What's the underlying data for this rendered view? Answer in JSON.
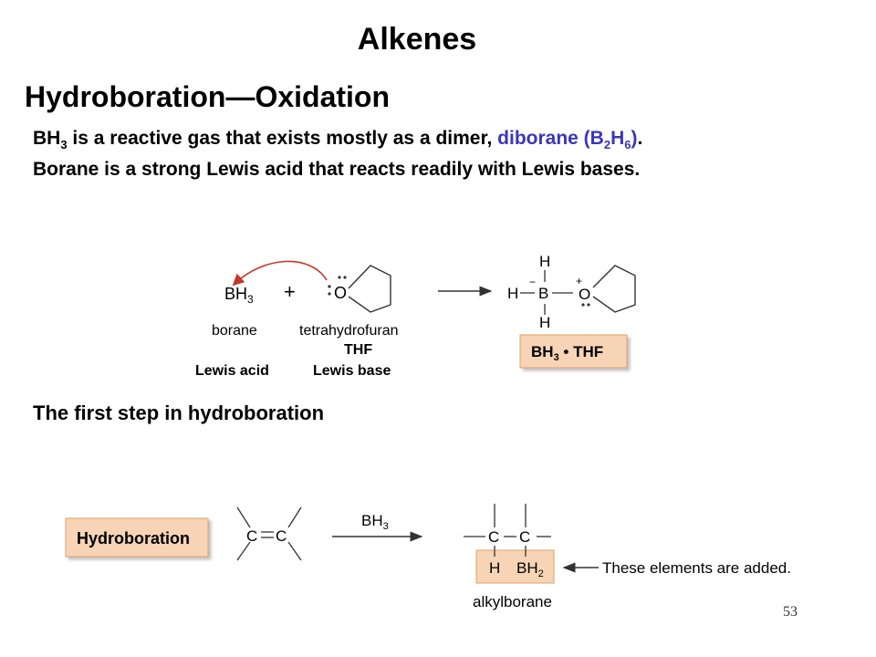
{
  "slide": {
    "title": "Alkenes",
    "subtitle": "Hydroboration—Oxidation",
    "para1": {
      "bh_prefix": "BH",
      "bh_sub": "3",
      "text": " is a reactive gas that exists mostly as a dimer, ",
      "diborane_label": "diborane (B",
      "diborane_sub1": "2",
      "diborane_mid": "H",
      "diborane_sub2": "6",
      "diborane_close": ")",
      "end": "."
    },
    "para2": "Borane is a strong Lewis acid that reacts readily with Lewis bases.",
    "step_caption": "The first step in hydroboration",
    "page_number": "53"
  },
  "reaction1": {
    "reactant1_formula": "BH",
    "reactant1_sub": "3",
    "plus": "+",
    "oxygen": "O",
    "reactant1_name": "borane",
    "reactant2_name": "tetrahydrofuran",
    "reactant2_abbrev": "THF",
    "reactant1_role": "Lewis acid",
    "reactant2_role": "Lewis base",
    "product_h_top": "H",
    "product_h_left": "H",
    "product_b": "B",
    "product_h_bottom": "H",
    "product_minus": "−",
    "product_plus": "+",
    "product_o": "O",
    "product_box_bh": "BH",
    "product_box_sub": "3",
    "product_box_rest": " • THF",
    "accent_color": "#f7d4b5"
  },
  "reaction2": {
    "label": "Hydroboration",
    "alkene_c1": "C",
    "alkene_c2": "C",
    "reagent": "BH",
    "reagent_sub": "3",
    "prod_c1": "C",
    "prod_c2": "C",
    "prod_h": "H",
    "prod_bh": "BH",
    "prod_bh_sub": "2",
    "annotation": "These elements are added.",
    "product_name": "alkylborane"
  }
}
